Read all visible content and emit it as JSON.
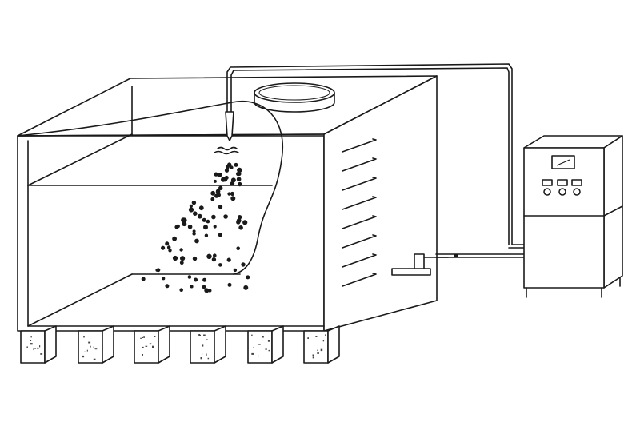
{
  "title": "",
  "colors": {
    "line": "#1a1a1a",
    "background": "#ffffff"
  },
  "components": {
    "tank": "water-tank",
    "lid": "tank-lid",
    "vents": "side-vent-louvers",
    "generator": "ozone-generator-cabinet",
    "hose": "gas-delivery-hose",
    "diffuser": "bubble-diffuser",
    "supports": "wooden-support-blocks"
  },
  "counts": {
    "vent_louvers": 8,
    "support_blocks": 6,
    "control_knobs": 3
  }
}
